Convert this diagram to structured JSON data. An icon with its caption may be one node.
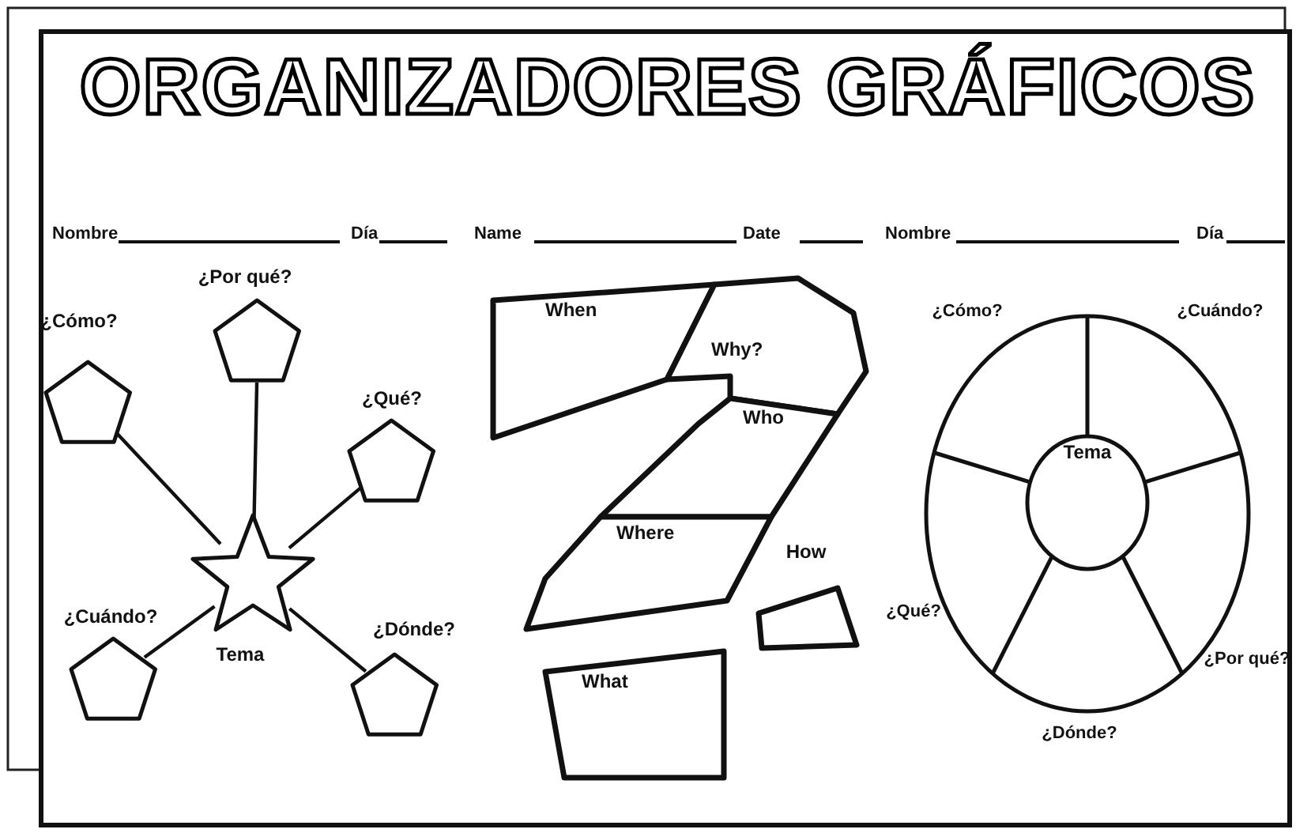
{
  "diagram": {
    "title": "ORGANIZADORES GRÁFICOS",
    "nodes": [
      {
        "text": [
          "Tema"
        ]
      },
      {
        "text": [
          "¿Cómo?"
        ]
      },
      {
        "text": [
          "¿Por qué?"
        ]
      },
      {
        "text": [
          "¿Qué?"
        ]
      },
      {
        "text": [
          "¿Cuándo?"
        ]
      },
      {
        "text": [
          "¿Dónde?"
        ]
      },
      {
        "text": [
          "When"
        ]
      },
      {
        "text": [
          "Why?"
        ]
      },
      {
        "text": [
          "Who"
        ]
      },
      {
        "text": [
          "Where"
        ]
      },
      {
        "text": [
          "How"
        ]
      },
      {
        "text": [
          "What"
        ]
      },
      {
        "text": [
          "Tema"
        ]
      }
    ],
    "edges": [
      {
        "from": 0,
        "to": 1,
        "arrow": "none"
      },
      {
        "from": 0,
        "to": 2,
        "arrow": "none"
      },
      {
        "from": 0,
        "to": 3,
        "arrow": "none"
      },
      {
        "from": 0,
        "to": 4,
        "arrow": "none"
      },
      {
        "from": 0,
        "to": 5,
        "arrow": "none"
      }
    ],
    "labels": [
      "Nombre",
      "Día",
      "Name",
      "Date",
      "Nombre",
      "Día",
      "¿Cómo?",
      "¿Cuándo?",
      "¿Qué?",
      "¿Por qué?",
      "¿Dónde?"
    ]
  }
}
